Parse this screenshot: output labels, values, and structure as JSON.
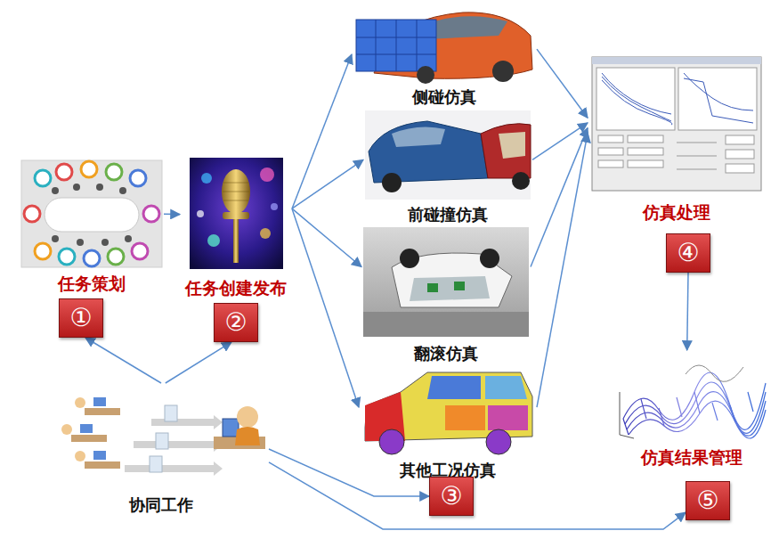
{
  "diagram": {
    "nodes": [
      {
        "text": [
          "任务策划"
        ]
      },
      {
        "text": [
          "①"
        ]
      },
      {
        "text": [
          "任务创建发布"
        ]
      },
      {
        "text": [
          "②"
        ]
      },
      {
        "text": [
          "侧碰仿真"
        ]
      },
      {
        "text": [
          "前碰撞仿真"
        ]
      },
      {
        "text": [
          "翻滚仿真"
        ]
      },
      {
        "text": [
          "其他工况仿真"
        ]
      },
      {
        "text": [
          "③"
        ]
      },
      {
        "text": [
          "仿真处理"
        ]
      },
      {
        "text": [
          "④"
        ]
      },
      {
        "text": [
          "仿真结果管理"
        ]
      },
      {
        "text": [
          "⑤"
        ]
      },
      {
        "text": [
          "协同工作"
        ]
      }
    ],
    "edges": [
      {
        "from": 0,
        "to": 2,
        "arrow": "to"
      },
      {
        "from": 2,
        "to": 4,
        "arrow": "to"
      },
      {
        "from": 2,
        "to": 5,
        "arrow": "to"
      },
      {
        "from": 2,
        "to": 6,
        "arrow": "to"
      },
      {
        "from": 2,
        "to": 7,
        "arrow": "to"
      },
      {
        "from": 4,
        "to": 9,
        "arrow": "to"
      },
      {
        "from": 5,
        "to": 9,
        "arrow": "to"
      },
      {
        "from": 6,
        "to": 9,
        "arrow": "to"
      },
      {
        "from": 7,
        "to": 9,
        "arrow": "to"
      },
      {
        "from": 10,
        "to": 11,
        "arrow": "to"
      },
      {
        "from": 13,
        "to": 1,
        "arrow": "to"
      },
      {
        "from": 13,
        "to": 3,
        "arrow": "to"
      },
      {
        "from": 13,
        "to": 8,
        "arrow": "to"
      },
      {
        "from": 13,
        "to": 12,
        "arrow": "to"
      }
    ]
  }
}
